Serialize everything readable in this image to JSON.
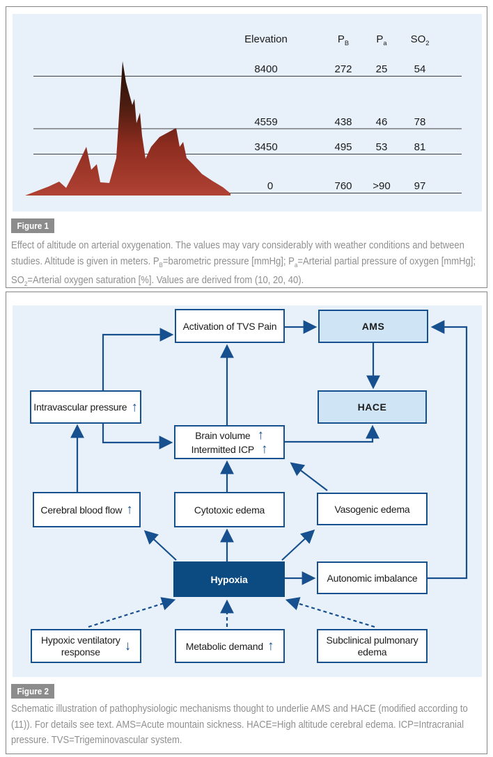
{
  "figure1": {
    "label": "Figure 1",
    "caption_html": "Effect of altitude on arterial oxygenation. The values may vary considerably with weather conditions and between<br>studies. Altitude is given in meters. P<sub>B</sub>=barometric pressure [mmHg]; P<sub>a</sub>=Arterial partial pressure of oxygen [mmHg];<br>SO<sub>2</sub>=Arterial oxygen saturation [%]. Values are derived from (10, 20, 40).",
    "table": {
      "headers": {
        "elevation": "Elevation",
        "pb_html": "P<sub>B</sub>",
        "pa_html": "P<sub>a</sub>",
        "so2_html": "SO<sub>2</sub>"
      },
      "rows": [
        {
          "elevation": "8400",
          "pb": "272",
          "pa": "25",
          "so2": "54"
        },
        {
          "elevation": "4559",
          "pb": "438",
          "pa": "46",
          "so2": "78"
        },
        {
          "elevation": "3450",
          "pb": "495",
          "pa": "53",
          "so2": "81"
        },
        {
          "elevation": "0",
          "pb": "760",
          "pa": ">90",
          "so2": "97"
        }
      ]
    }
  },
  "figure2": {
    "label": "Figure 2",
    "caption_html": "Schematic illustration of pathophysiologic mechanisms thought to underlie AMS and HACE (modified according to<br>(11)). For details see text. AMS=Acute mountain sickness. HACE=High altitude cerebral edema. ICP=Intracranial<br>pressure. TVS=Trigeminovascular system.",
    "nodes": {
      "activation": "Activation of TVS Pain",
      "ams": "AMS",
      "hace": "HACE",
      "intravascular": "Intravascular pressure",
      "brain_line1": "Brain volume",
      "brain_line2": "Intermitted ICP",
      "cerebral": "Cerebral blood flow",
      "cytotoxic": "Cytotoxic edema",
      "vasogenic": "Vasogenic edema",
      "hypoxia": "Hypoxia",
      "autonomic": "Autonomic imbalance",
      "hvr_line1": "Hypoxic ventilatory",
      "hvr_line2": "response",
      "metabolic": "Metabolic demand",
      "subclinical_line1": "Subclinical pulmonary",
      "subclinical_line2": "edema"
    },
    "glyphs": {
      "up_arrow": "↑",
      "down_arrow": "↓"
    },
    "colors": {
      "accent": "#17508e",
      "light_fill": "#cfe5f6",
      "hypoxia_fill": "#0c4a82",
      "panel_bg": "#e8f1f9",
      "mountain_top": "#241006",
      "mountain_bottom": "#b04234"
    }
  }
}
